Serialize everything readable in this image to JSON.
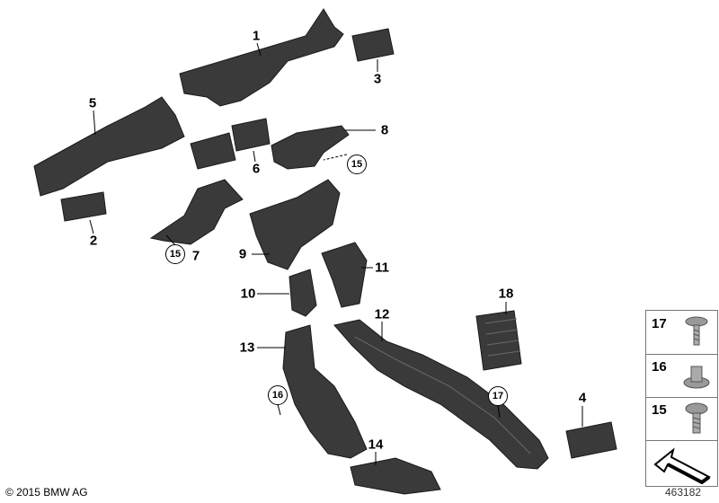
{
  "diagram": {
    "callouts": [
      "1",
      "2",
      "3",
      "4",
      "5",
      "6",
      "7",
      "8",
      "9",
      "10",
      "11",
      "12",
      "13",
      "14",
      "18"
    ],
    "circled_refs": {
      "ref_15_a": "15",
      "ref_15_b": "15",
      "ref_16": "16",
      "ref_17": "17"
    },
    "legend": [
      {
        "number": "17",
        "icon": "screw-with-washer-icon"
      },
      {
        "number": "16",
        "icon": "nut-with-flange-icon"
      },
      {
        "number": "15",
        "icon": "screw-with-washer-icon"
      },
      {
        "icon": "direction-arrow-icon"
      }
    ],
    "doc_number": "463182",
    "copyright": "© 2015 BMW AG"
  },
  "colors": {
    "part": "#3a3a3a",
    "part_light": "#6a6a6a",
    "line": "#000000"
  }
}
